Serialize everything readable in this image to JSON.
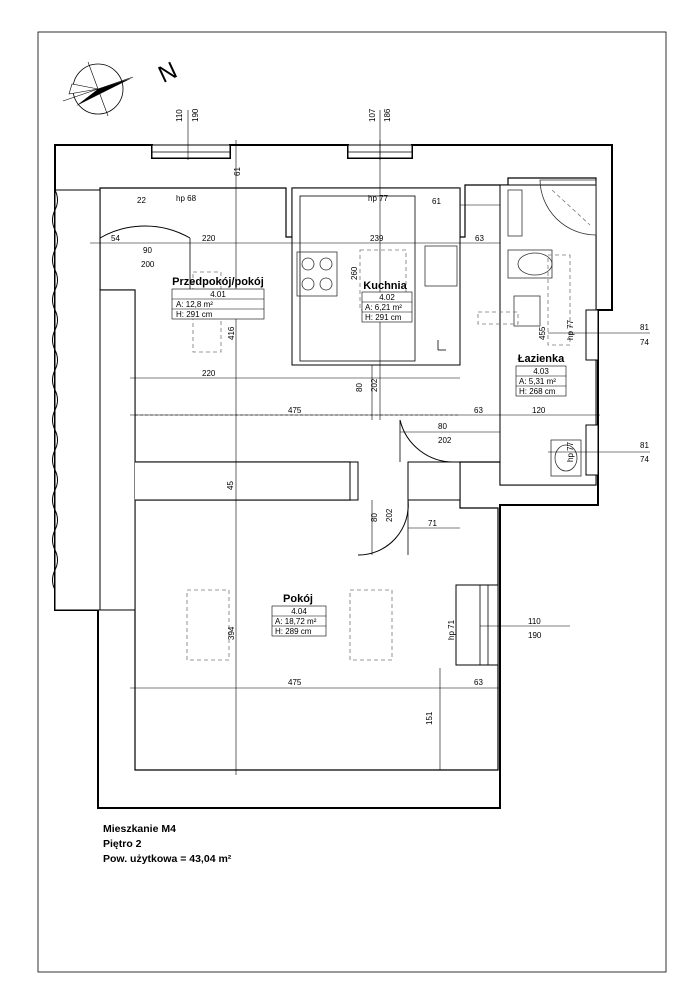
{
  "north_label": "N",
  "rooms": [
    {
      "name": "Przedpokój/pokój",
      "number": "4.01",
      "area": "A: 12,8 m²",
      "height": "H: 291 cm"
    },
    {
      "name": "Kuchnia",
      "number": "4.02",
      "area": "A: 6,21 m²",
      "height": "H: 291 cm"
    },
    {
      "name": "Łazienka",
      "number": "4.03",
      "area": "A: 5,31 m²",
      "height": "H: 268 cm"
    },
    {
      "name": "Pokój",
      "number": "4.04",
      "area": "A: 18,72 m²",
      "height": "H: 289 cm"
    }
  ],
  "dimensions": [
    "110",
    "190",
    "107",
    "186",
    "61",
    "hp 68",
    "hp 77",
    "22",
    "61",
    "54",
    "90",
    "220",
    "239",
    "63",
    "200",
    "260",
    "416",
    "455",
    "hp 77",
    "81",
    "74",
    "220",
    "80",
    "202",
    "475",
    "63",
    "120",
    "80",
    "202",
    "81",
    "74",
    "hp 77",
    "45",
    "80",
    "202",
    "71",
    "hp 71",
    "110",
    "190",
    "394",
    "475",
    "63",
    "151"
  ],
  "caption": {
    "line1": "Mieszkanie M4",
    "line2": "Piętro 2",
    "line3": "Pow. użytkowa = 43,04 m²"
  }
}
